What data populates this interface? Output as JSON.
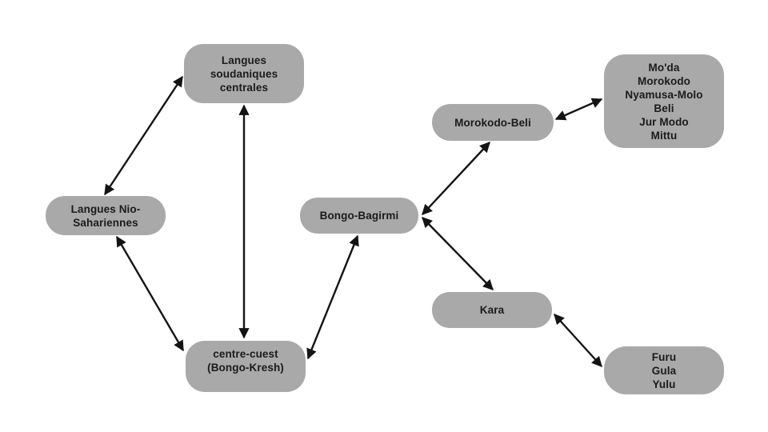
{
  "diagram": {
    "background_color": "#ffffff",
    "node_fill_color": "#a9a9a9",
    "node_text_color": "#1b1b1b",
    "arrow_color": "#141414",
    "nodes": [
      {
        "id": "langues-soudaniques-centrales",
        "label": "Langues\nsoudaniques\ncentrales"
      },
      {
        "id": "langues-nio-sahariennes",
        "label": "Langues Nio-\nSahariennes"
      },
      {
        "id": "centre-cuest-bongo-kresh",
        "label": "centre-cuest\n(Bongo-Kresh)"
      },
      {
        "id": "bongo-bagirmi",
        "label": "Bongo-Bagirmi"
      },
      {
        "id": "morokodo-beli",
        "label": "Morokodo-Beli"
      },
      {
        "id": "moda-group",
        "label": "Mo'da\nMorokodo\nNyamusa-Molo\nBeli\nJur Modo\nMittu"
      },
      {
        "id": "kara",
        "label": "Kara"
      },
      {
        "id": "furu-group",
        "label": "Furu\nGula\nYulu"
      }
    ],
    "edges": [
      {
        "from": "langues-nio-sahariennes",
        "to": "langues-soudaniques-centrales",
        "bidirectional": true
      },
      {
        "from": "langues-soudaniques-centrales",
        "to": "centre-cuest-bongo-kresh",
        "bidirectional": true
      },
      {
        "from": "langues-nio-sahariennes",
        "to": "centre-cuest-bongo-kresh",
        "bidirectional": true
      },
      {
        "from": "centre-cuest-bongo-kresh",
        "to": "bongo-bagirmi",
        "bidirectional": true
      },
      {
        "from": "bongo-bagirmi",
        "to": "morokodo-beli",
        "bidirectional": true
      },
      {
        "from": "morokodo-beli",
        "to": "moda-group",
        "bidirectional": true
      },
      {
        "from": "bongo-bagirmi",
        "to": "kara",
        "bidirectional": true
      },
      {
        "from": "kara",
        "to": "furu-group",
        "bidirectional": true
      }
    ]
  }
}
